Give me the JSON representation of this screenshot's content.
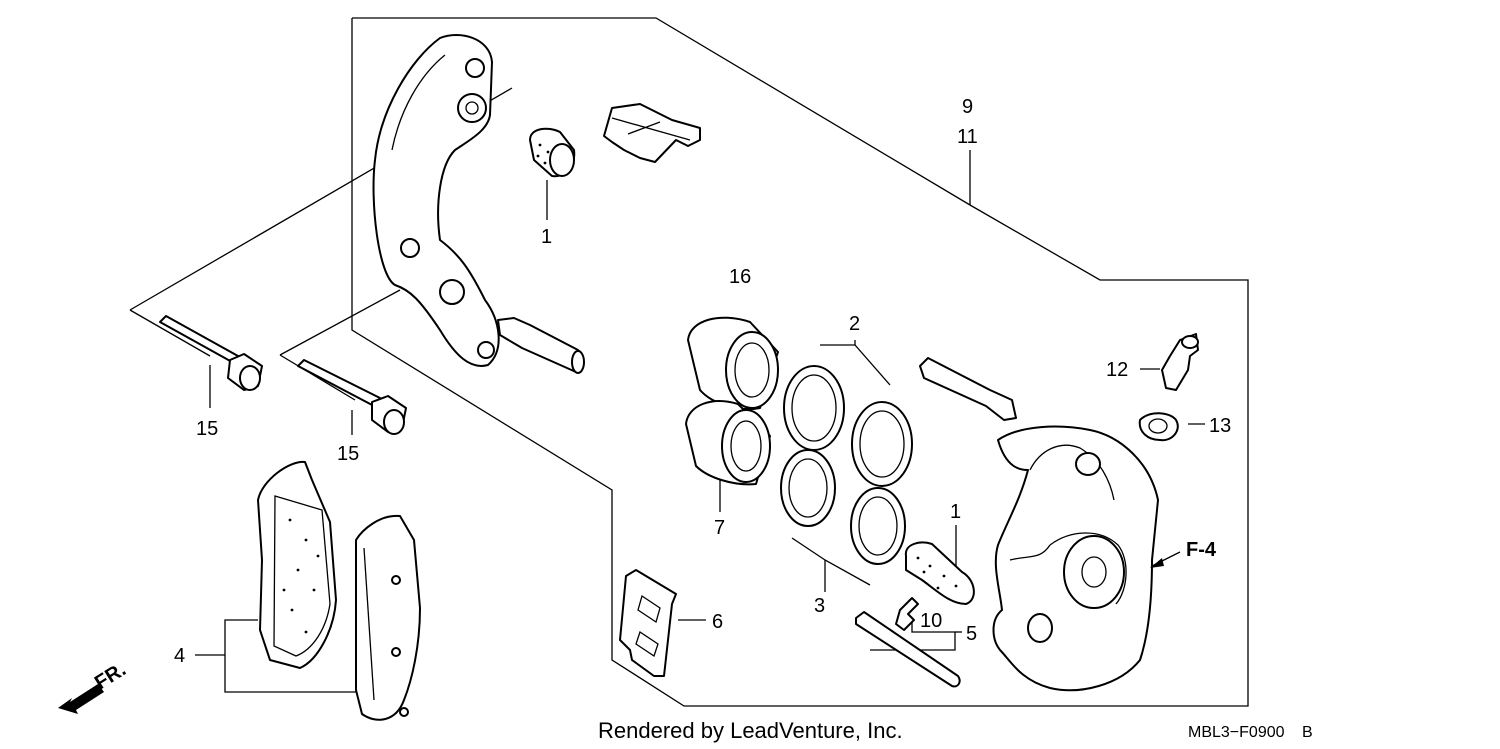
{
  "diagram": {
    "callouts": {
      "c1_top": "1",
      "c1_pin": "1",
      "c2": "2",
      "c3": "3",
      "c4": "4",
      "c5": "5",
      "c6": "6",
      "c7": "7",
      "c9": "9",
      "c10": "10",
      "c11": "11",
      "c12": "12",
      "c13": "13",
      "c15_left": "15",
      "c15_right": "15",
      "c16": "16"
    },
    "reference": "F-4",
    "direction_label": "FR.",
    "credit": "Rendered by LeadVenture, Inc.",
    "diagram_code": "MBL3−F0900",
    "revision": "B"
  }
}
